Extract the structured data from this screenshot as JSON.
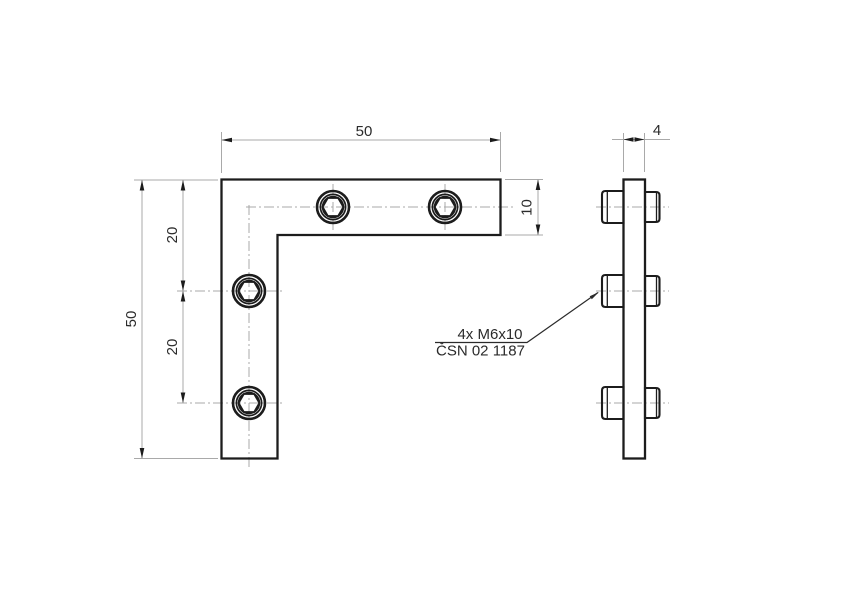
{
  "drawing": {
    "dimensions": {
      "top_width": "50",
      "left_height": "50",
      "hole_spacing_upper": "20",
      "hole_spacing_lower": "20",
      "arm_thickness": "10",
      "plate_thickness": "4"
    },
    "annotation": {
      "line1": "4x M6x10",
      "line2": "ČSN 02 1187"
    },
    "colors": {
      "object_line": "#1c1c1c",
      "thin_line": "#a9a9a9",
      "leader_line": "#2b2b2b",
      "text_color": "#2b2b2b",
      "background": "#ffffff"
    }
  }
}
